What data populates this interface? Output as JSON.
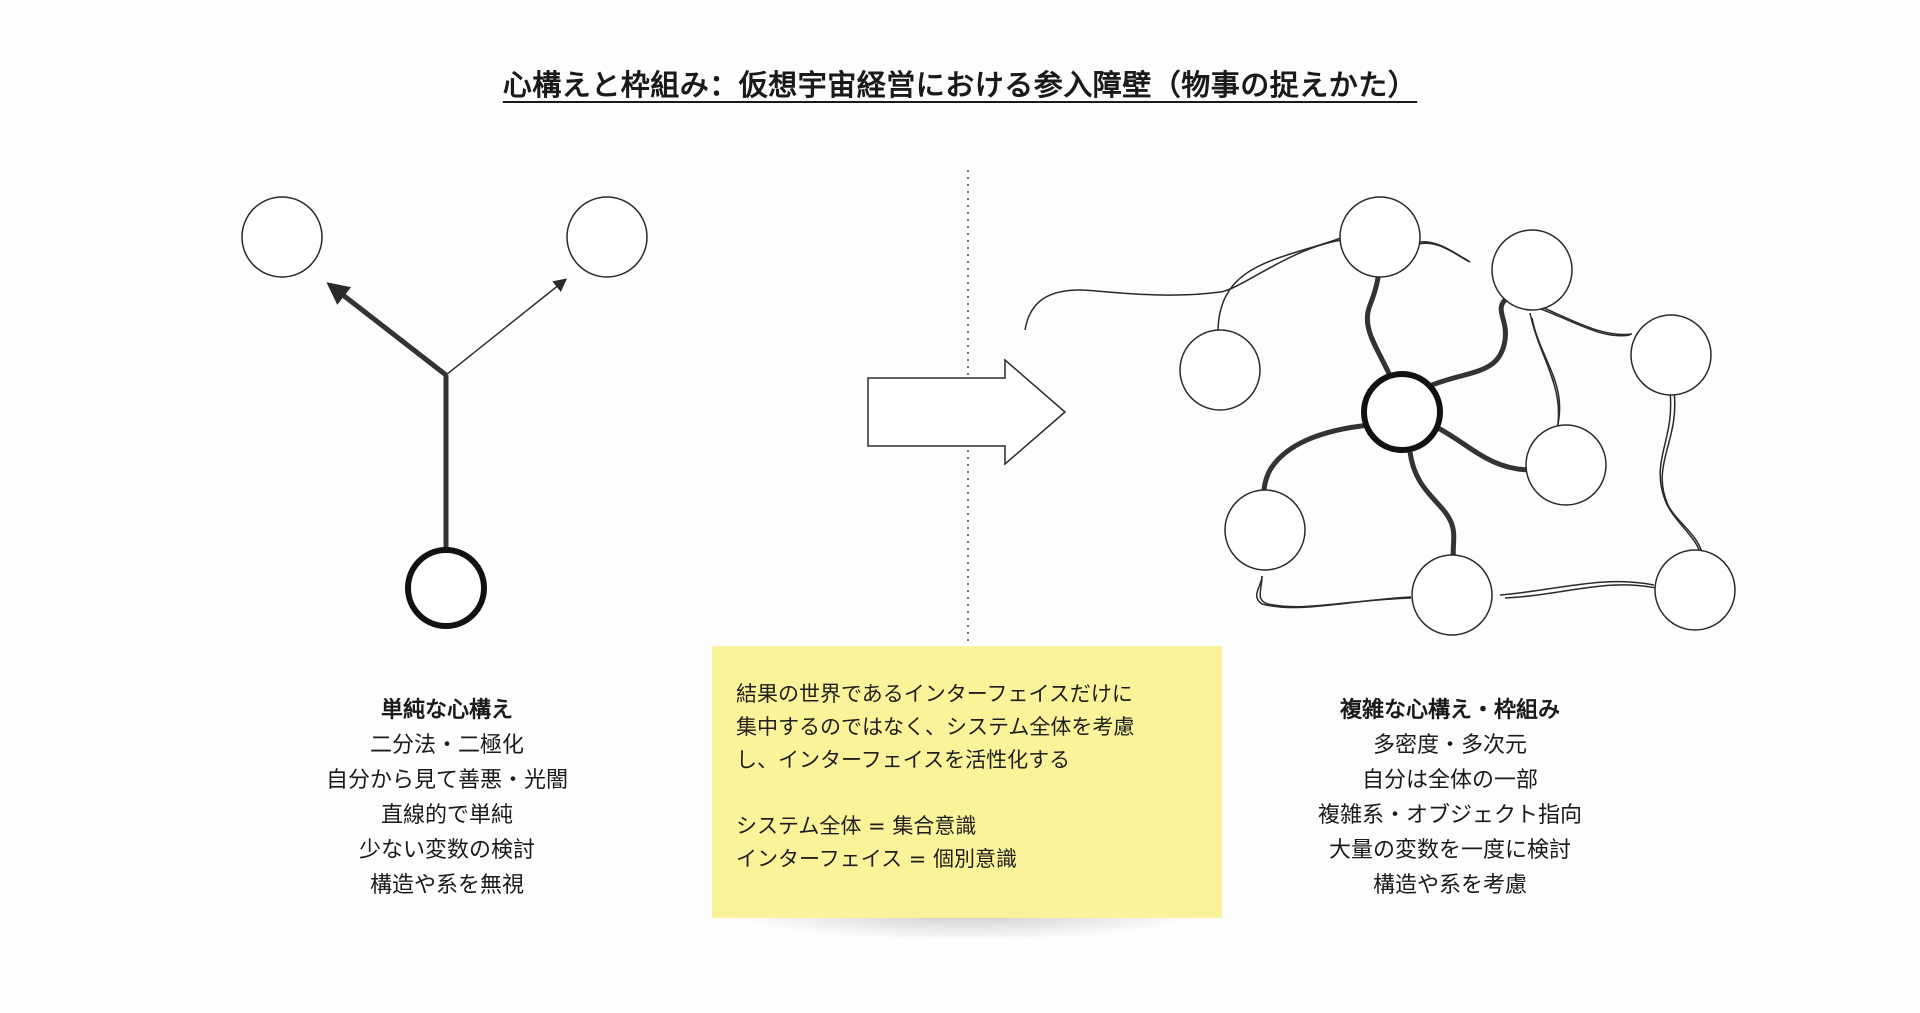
{
  "title": "心構えと枠組み：仮想宇宙経営における参入障壁（物事の捉えかた）",
  "left_panel": {
    "heading": "単純な心構え",
    "lines": [
      "二分法・二極化",
      "自分から見て善悪・光闇",
      "直線的で単純",
      "少ない変数の検討",
      "構造や系を無視"
    ]
  },
  "right_panel": {
    "heading": "複雑な心構え・枠組み",
    "lines": [
      "多密度・多次元",
      "自分は全体の一部",
      "複雑系・オブジェクト指向",
      "大量の変数を一度に検討",
      "構造や系を考慮"
    ]
  },
  "sticky_note": {
    "paragraph": [
      "結果の世界であるインターフェイスだけに",
      "集中するのではなく、システム全体を考慮",
      "し、インターフェイスを活性化する"
    ],
    "equations": [
      "システム全体 = 集合意識",
      "インターフェイス = 個別意識"
    ],
    "color": "#fbf39a"
  },
  "colors": {
    "stroke": "#2a2a2a",
    "background": "#fdfdfd"
  }
}
